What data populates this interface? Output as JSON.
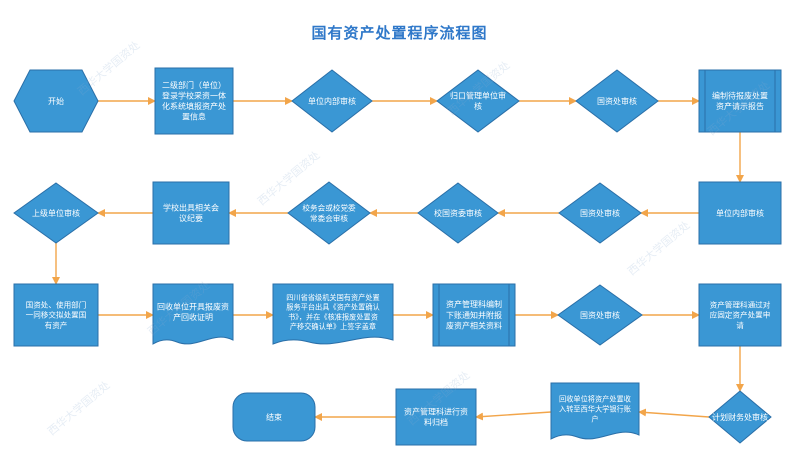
{
  "title": "国有资产处置程序流程图",
  "watermark": "西华大学国资处",
  "colors": {
    "fill": "#3a97d4",
    "stroke": "#2a6fa8",
    "arrow": "#f2a54a",
    "title": "#2f78c9",
    "text": "#ffffff"
  },
  "nodes": [
    {
      "id": "start",
      "type": "hexagon",
      "text": "开始"
    },
    {
      "id": "n1",
      "type": "process",
      "text": "二级部门（单位）\n登录学校采资一体\n化系统填报资产处\n置信息"
    },
    {
      "id": "d1",
      "type": "decision",
      "text": "单位内部审核"
    },
    {
      "id": "d2",
      "type": "decision",
      "text": "归口管理单位审\n核"
    },
    {
      "id": "d3",
      "type": "decision",
      "text": "国资处审核"
    },
    {
      "id": "n2",
      "type": "predefined",
      "text": "编制待报废处置\n资产请示报告"
    },
    {
      "id": "n3",
      "type": "process",
      "text": "单位内部审核"
    },
    {
      "id": "d4",
      "type": "decision",
      "text": "国资处审核"
    },
    {
      "id": "d5",
      "type": "decision",
      "text": "校国资委审核"
    },
    {
      "id": "d6",
      "type": "decision",
      "text": "校务会或校党委\n常委会审核"
    },
    {
      "id": "n4",
      "type": "process",
      "text": "学校出具相关会\n议纪要"
    },
    {
      "id": "d7",
      "type": "decision",
      "text": "上级单位审核"
    },
    {
      "id": "n5",
      "type": "process",
      "text": "国资处、使用部门\n一同移交拟处置国\n有资产"
    },
    {
      "id": "n6",
      "type": "document",
      "text": "回收单位开具报废资\n产回收证明"
    },
    {
      "id": "n7",
      "type": "document",
      "text": "四川省省级机关国有资产处置\n服务平台出具《资产处置确认\n书》，并在《核准报废处置资\n产移交确认单》上签字盖章"
    },
    {
      "id": "n8",
      "type": "predefined",
      "text": "资产管理科编制\n下账通知并附报\n废资产相关资料"
    },
    {
      "id": "d8",
      "type": "decision",
      "text": "国资处审核"
    },
    {
      "id": "n9",
      "type": "process",
      "text": "资产管理科通过对\n应固定资产处置申\n请"
    },
    {
      "id": "d9",
      "type": "decision",
      "text": "计划财务处审核"
    },
    {
      "id": "n10",
      "type": "document",
      "text": "回收单位将资产处置收\n入转至西华大学银行账\n户"
    },
    {
      "id": "n11",
      "type": "process",
      "text": "资产管理科进行资\n料归档"
    },
    {
      "id": "end",
      "type": "terminator",
      "text": "结束"
    }
  ]
}
